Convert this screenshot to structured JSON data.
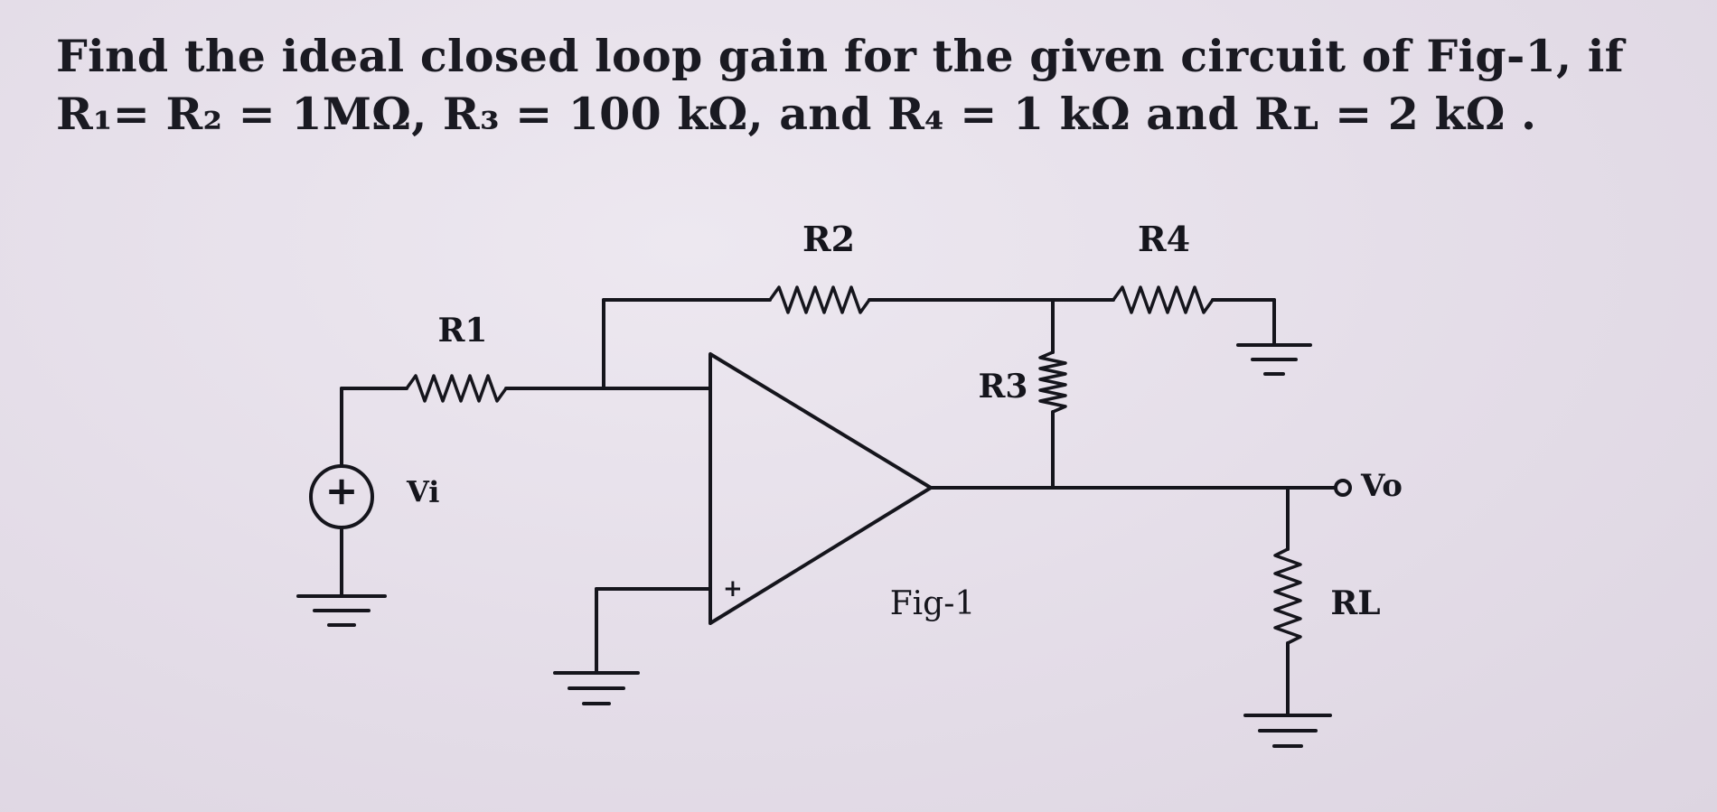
{
  "question": {
    "line1": "Find the ideal closed loop gain for the given circuit of Fig-1, if",
    "line2": "R₁= R₂ = 1MΩ, R₃ = 100 kΩ, and R₄ = 1 kΩ and Rʟ = 2 kΩ ."
  },
  "circuit": {
    "r1": "R1",
    "r2": "R2",
    "r3": "R3",
    "r4": "R4",
    "rl": "RL",
    "vi": "Vi",
    "vo": "Vo",
    "plus": "+",
    "caption": "Fig-1"
  }
}
